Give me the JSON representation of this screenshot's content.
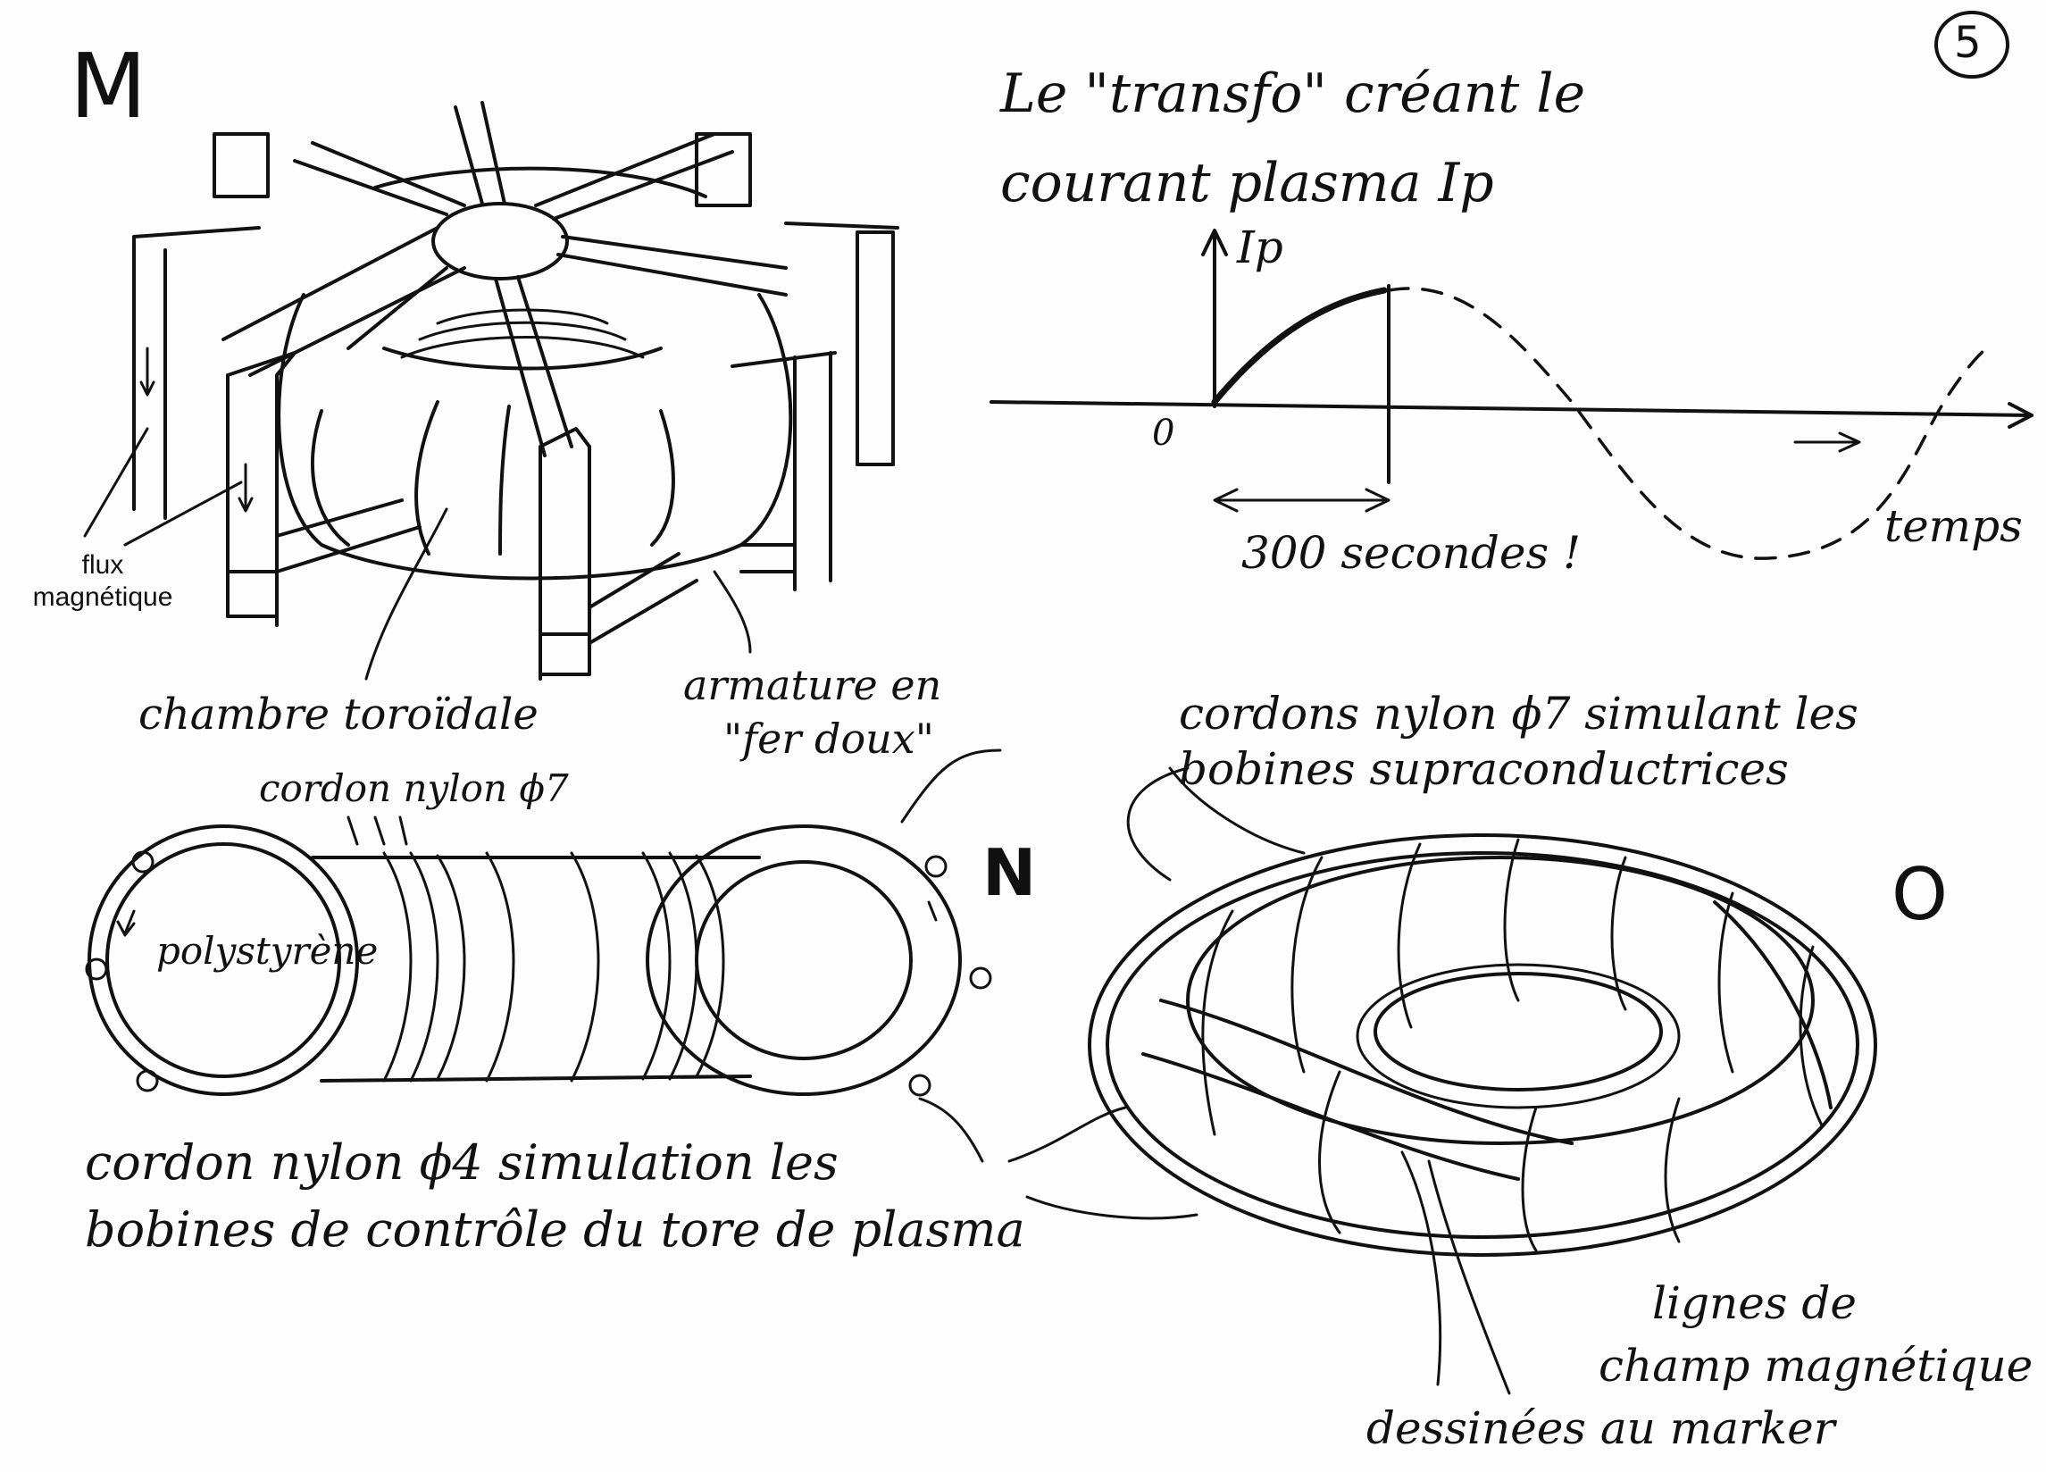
{
  "page_number": "5",
  "figure_labels": {
    "m": "M",
    "n": "N",
    "o": "O"
  },
  "panel_m": {
    "flux_label_line1": "flux",
    "flux_label_line2": "magnétique",
    "chambre_label": "chambre toroïdale",
    "armature_label_line1": "armature en",
    "armature_label_line2": "\"fer doux\""
  },
  "graph": {
    "title_line1": "Le \"transfo\" créant le",
    "title_line2": "courant plasma Ip",
    "y_axis_label": "Ip",
    "origin_label": "0",
    "x_axis_label": "temps",
    "duration_label": "300 secondes !"
  },
  "panel_n": {
    "polystyrene_label": "polystyrène",
    "cordon7_label": "cordon nylon ϕ7",
    "cordon4_line1": "cordon nylon ϕ4 simulation les",
    "cordon4_line2": "bobines de contrôle du tore de plasma"
  },
  "panel_o": {
    "cordons7_line1": "cordons nylon ϕ7 simulant les",
    "cordons7_line2": "bobines supraconductrices",
    "lignes_line1": "lignes de",
    "lignes_line2": "champ magnétique",
    "dessinees_label": "dessinées au marker"
  },
  "colors": {
    "ink": "#111111",
    "paper": "#fdfdfd"
  }
}
